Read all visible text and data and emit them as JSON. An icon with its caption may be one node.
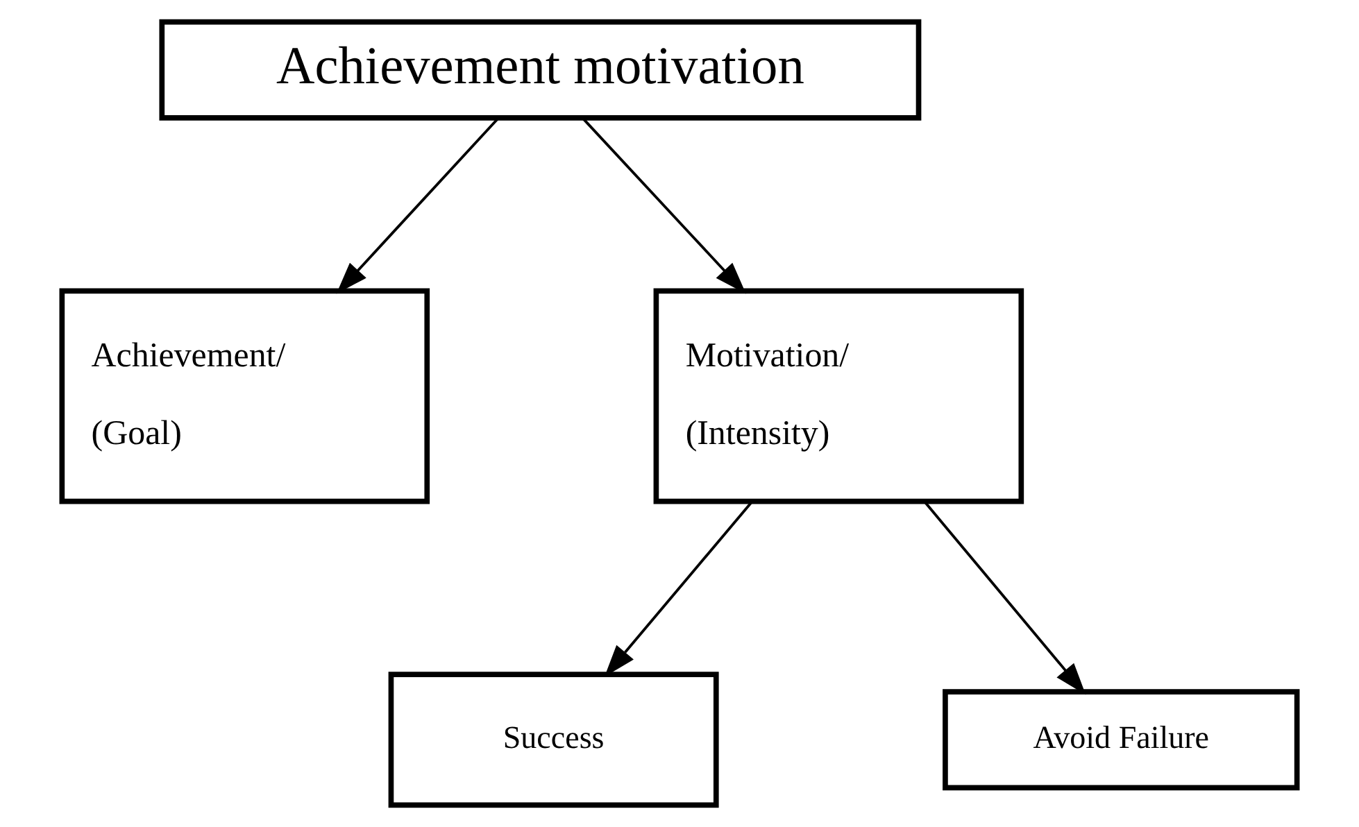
{
  "diagram": {
    "nodes": [
      {
        "text": [
          "Achievement motivation"
        ]
      },
      {
        "text": [
          "Achievement/ (Goal)"
        ]
      },
      {
        "text": [
          "Motivation/ (Intensity)"
        ]
      },
      {
        "text": [
          "Success"
        ]
      },
      {
        "text": [
          "Avoid Failure"
        ]
      }
    ],
    "edges": [
      {
        "from": 0,
        "to": 1,
        "arrow": "to"
      },
      {
        "from": 0,
        "to": 2,
        "arrow": "to"
      },
      {
        "from": 2,
        "to": 3,
        "arrow": "to"
      },
      {
        "from": 2,
        "to": 4,
        "arrow": "to"
      }
    ]
  }
}
